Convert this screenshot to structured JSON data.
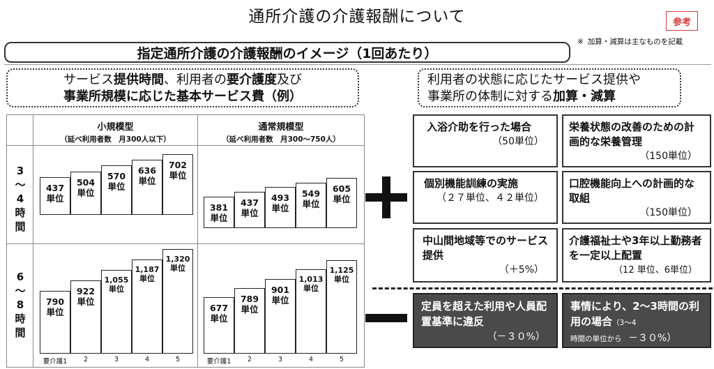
{
  "page": {
    "title": "通所介護の介護報酬について",
    "reference_badge": "参考",
    "note_mark": "※",
    "note": "加算・減算は主なものを記載",
    "subtitle": "指定通所介護の介護報酬のイメージ（1回あたり）"
  },
  "left_heading": {
    "line1_a": "サービス",
    "line1_b": "提供時間",
    "line1_c": "、利用者の",
    "line1_d": "要介護度",
    "line1_e": "及び",
    "line2": "事業所規模に応じた基本サービス費（例）"
  },
  "right_heading": {
    "line1": "利用者の状態に応じたサービス提供や",
    "line2_a": "事業所の体制に対する",
    "line2_b": "加算・減算"
  },
  "chart_data": [
    {
      "type": "bar",
      "title": "小規模型",
      "subtitle": "（延べ利用者数　月300人以下）",
      "row": "3〜4時間",
      "categories": [
        "要介護1",
        "2",
        "3",
        "4",
        "5"
      ],
      "values": [
        437,
        504,
        570,
        636,
        702
      ],
      "value_labels": [
        "437",
        "504",
        "570",
        "636",
        "702"
      ],
      "unit": "単位"
    },
    {
      "type": "bar",
      "title": "通常規模型",
      "subtitle": "（延べ利用者数　月300〜750人）",
      "row": "3〜4時間",
      "categories": [
        "要介護1",
        "2",
        "3",
        "4",
        "5"
      ],
      "values": [
        381,
        437,
        493,
        549,
        605
      ],
      "value_labels": [
        "381",
        "437",
        "493",
        "549",
        "605"
      ],
      "unit": "単位"
    },
    {
      "type": "bar",
      "title": "小規模型",
      "row": "6〜8時間",
      "categories": [
        "要介護1",
        "2",
        "3",
        "4",
        "5"
      ],
      "values": [
        790,
        922,
        1055,
        1187,
        1320
      ],
      "value_labels": [
        "790",
        "922",
        "1,055",
        "1,187",
        "1,320"
      ],
      "unit": "単位"
    },
    {
      "type": "bar",
      "title": "通常規模型",
      "row": "6〜8時間",
      "categories": [
        "要介護1",
        "2",
        "3",
        "4",
        "5"
      ],
      "values": [
        677,
        789,
        901,
        1013,
        1125
      ],
      "value_labels": [
        "677",
        "789",
        "901",
        "1,013",
        "1,125"
      ],
      "unit": "単位"
    }
  ],
  "rows": {
    "row1": [
      "3",
      "〜",
      "4",
      "時",
      "間"
    ],
    "row2": [
      "6",
      "〜",
      "8",
      "時",
      "間"
    ]
  },
  "ticks": [
    "要介護1",
    "2",
    "3",
    "4",
    "5"
  ],
  "additions": {
    "bathing": {
      "label": "入浴介助を行った場合",
      "unit": "（50単位）"
    },
    "nutrition": {
      "label": "栄養状態の改善のための計画的な栄養管理",
      "unit": "（150単位）"
    },
    "training": {
      "label": "個別機能訓練の実施",
      "unit": "（２７単位、４２単位）"
    },
    "oral": {
      "label": "口腔機能向上への計画的な取組",
      "unit": "（150単位）"
    },
    "mountain": {
      "label": "中山間地域等でのサービス提供",
      "unit": "（＋5%）"
    },
    "staff": {
      "label": "介護福祉士や3年以上勤務者を一定以上配置",
      "unit": "（12 単位、6単位）"
    }
  },
  "reductions": {
    "over_capacity": {
      "label": "定員を超えた利用や人員配置基準に違反",
      "unit": "（－３０%）"
    },
    "short_time": {
      "label": "事情により、2〜3時間の利用の場合",
      "note_a": "（3〜4",
      "note_b": "時間の単位から",
      "unit": "－３０%）"
    }
  }
}
